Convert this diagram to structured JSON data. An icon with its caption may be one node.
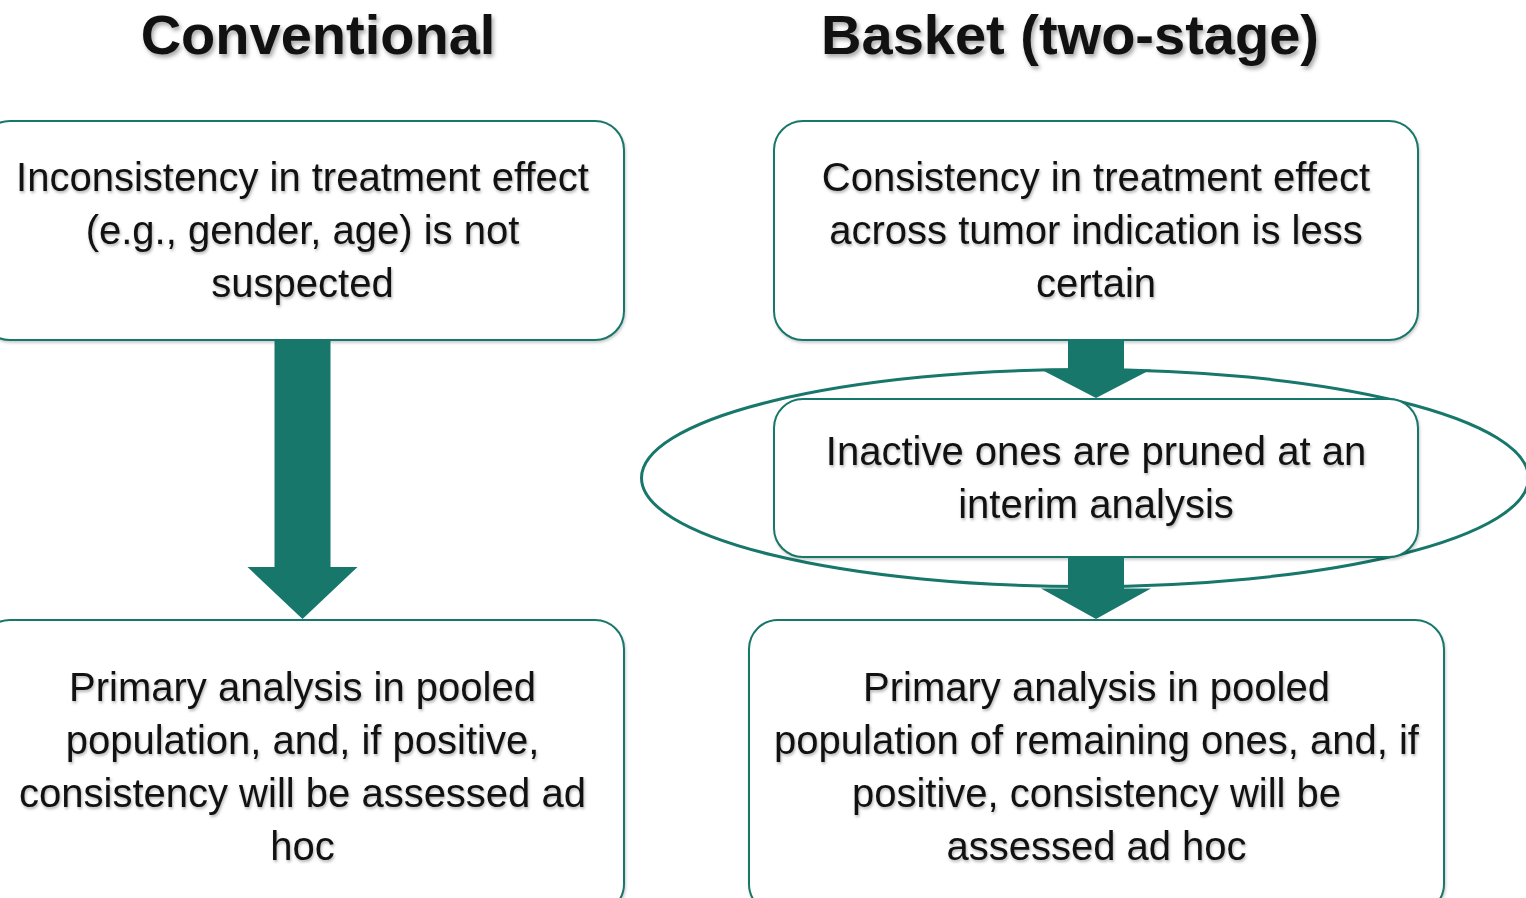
{
  "diagram": {
    "nodes": [
      {
        "text": [
          "Inconsistency in treatment effect (e.g., gender, age) is not suspected"
        ]
      },
      {
        "text": [
          "Primary analysis in pooled population, and, if positive, consistency will be assessed ad hoc"
        ]
      },
      {
        "text": [
          "Consistency in treatment effect across tumor indication is less certain"
        ]
      },
      {
        "text": [],
        "shape": "ellipse"
      },
      {
        "text": [
          "Inactive ones are pruned at an interim analysis"
        ],
        "in": 3
      },
      {
        "text": [
          "Primary analysis in pooled population of remaining ones, and, if positive, consistency will be assessed ad hoc"
        ]
      }
    ],
    "edges": [
      {
        "from": 0,
        "to": 1,
        "arrow": "to",
        "style": "thick"
      },
      {
        "from": 2,
        "to": 4,
        "arrow": "to",
        "style": "thick"
      },
      {
        "from": 4,
        "to": 5,
        "arrow": "to",
        "style": "thick"
      }
    ],
    "labels": [
      "Conventional",
      "Basket (two-stage)"
    ]
  }
}
